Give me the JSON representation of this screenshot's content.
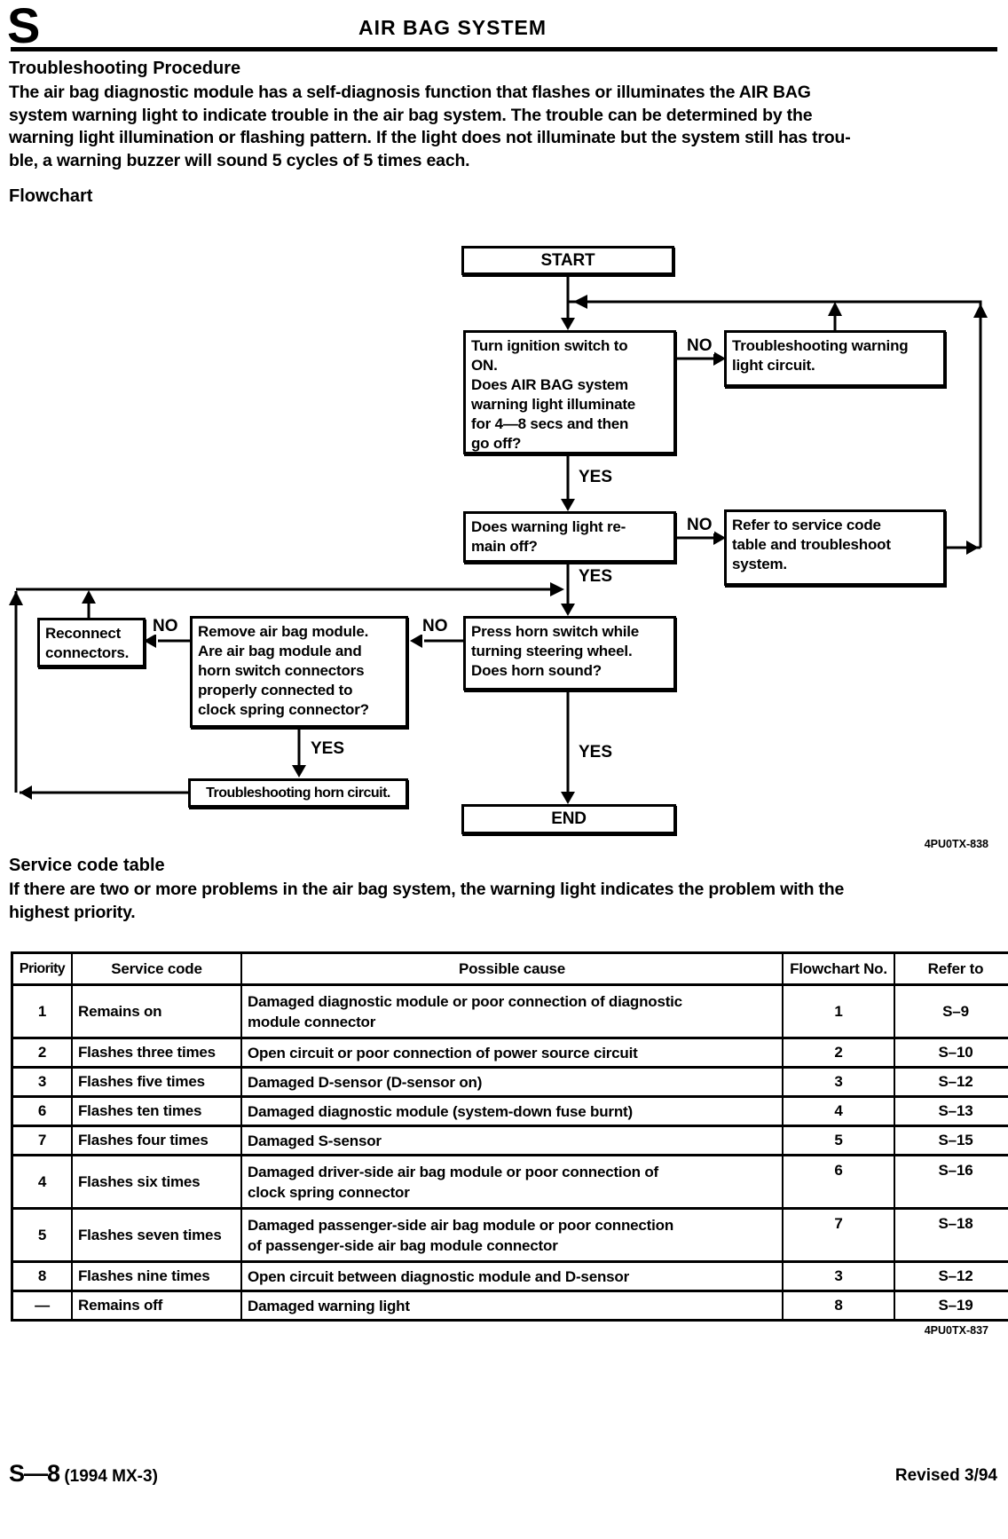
{
  "page": {
    "section_letter": "S",
    "title": "AIR BAG SYSTEM",
    "footer_left_code": "S—8",
    "footer_left_model": "(1994 MX-3)",
    "footer_right": "Revised 3/94"
  },
  "troubleshooting": {
    "heading": "Troubleshooting Procedure",
    "body": "The air bag diagnostic module has a self-diagnosis function that flashes or illuminates the AIR BAG\nsystem warning light to indicate trouble in the air bag system.  The trouble can be determined by the\nwarning light illumination or flashing pattern.  If the light does not illuminate but the system still has trou-\nble, a warning buzzer will sound 5 cycles of 5 times each."
  },
  "flowchart": {
    "heading": "Flowchart",
    "figure_code": "4PU0TX-838",
    "labels": {
      "yes": "YES",
      "no": "NO"
    },
    "nodes": {
      "start": "START",
      "ignition_question": "Turn ignition switch to\nON.\nDoes AIR BAG system\nwarning light illuminate\nfor 4—8 secs and then\ngo off?",
      "warning_light_circuit": "Troubleshooting warning\nlight circuit.",
      "remain_off_question": "Does warning light re-\nmain off?",
      "refer_service_code": "Refer to service code\ntable and troubleshoot\nsystem.",
      "horn_question": "Press horn switch while\nturning steering wheel.\nDoes horn sound?",
      "module_question": "Remove air bag module.\nAre air bag module and\nhorn switch connectors\nproperly connected to\nclock spring connector?",
      "reconnect": "Reconnect\nconnectors.",
      "horn_circuit": "Troubleshooting horn circuit.",
      "end": "END"
    }
  },
  "service_code_table": {
    "heading": "Service code table",
    "intro": "If there are two or more problems in the air bag system, the warning light indicates the problem with the\nhighest priority.",
    "figure_code": "4PU0TX-837",
    "columns": [
      "Priority",
      "Service code",
      "Possible cause",
      "Flowchart No.",
      "Refer to"
    ],
    "rows": [
      {
        "priority": "1",
        "service_code": "Remains on",
        "possible_cause": "Damaged diagnostic module or poor connection of diagnostic\nmodule connector",
        "flowchart_no": "1",
        "refer_to": "S–9"
      },
      {
        "priority": "2",
        "service_code": "Flashes three times",
        "possible_cause": "Open circuit or poor connection of power source circuit",
        "flowchart_no": "2",
        "refer_to": "S–10"
      },
      {
        "priority": "3",
        "service_code": "Flashes five times",
        "possible_cause": "Damaged D-sensor (D-sensor on)",
        "flowchart_no": "3",
        "refer_to": "S–12"
      },
      {
        "priority": "6",
        "service_code": "Flashes ten times",
        "possible_cause": "Damaged diagnostic module (system-down fuse burnt)",
        "flowchart_no": "4",
        "refer_to": "S–13"
      },
      {
        "priority": "7",
        "service_code": "Flashes four times",
        "possible_cause": "Damaged S-sensor",
        "flowchart_no": "5",
        "refer_to": "S–15"
      },
      {
        "priority": "4",
        "service_code": "Flashes six times",
        "possible_cause": "Damaged driver-side air bag module or poor connection of\nclock spring connector",
        "flowchart_no": "6",
        "refer_to": "S–16"
      },
      {
        "priority": "5",
        "service_code": "Flashes seven times",
        "possible_cause": "Damaged passenger-side air bag module or poor connection\nof passenger-side air bag module connector",
        "flowchart_no": "7",
        "refer_to": "S–18"
      },
      {
        "priority": "8",
        "service_code": "Flashes nine times",
        "possible_cause": "Open circuit between diagnostic module and D-sensor",
        "flowchart_no": "3",
        "refer_to": "S–12"
      },
      {
        "priority": "—",
        "service_code": "Remains off",
        "possible_cause": "Damaged warning light",
        "flowchart_no": "8",
        "refer_to": "S–19"
      }
    ]
  }
}
